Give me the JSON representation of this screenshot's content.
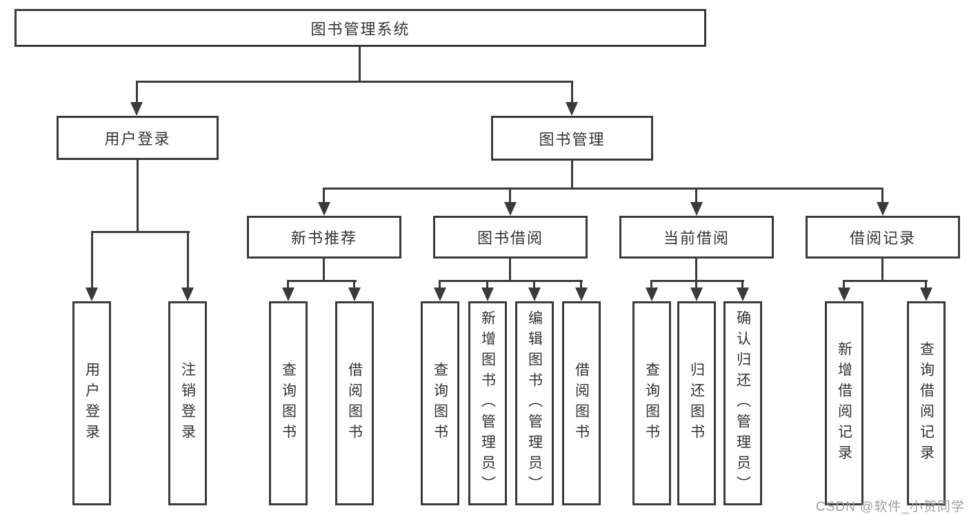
{
  "tree": {
    "root": {
      "label": "图书管理系统"
    },
    "children": [
      {
        "label": "用户登录",
        "children": [
          {
            "label": "用户登录"
          },
          {
            "label": "注销登录"
          }
        ]
      },
      {
        "label": "图书管理",
        "children": [
          {
            "label": "新书推荐",
            "children": [
              {
                "label": "查询图书"
              },
              {
                "label": "借阅图书"
              }
            ]
          },
          {
            "label": "图书借阅",
            "children": [
              {
                "label": "查询图书"
              },
              {
                "label": "新增图书（管理员）"
              },
              {
                "label": "编辑图书（管理员）"
              },
              {
                "label": "借阅图书"
              }
            ]
          },
          {
            "label": "当前借阅",
            "children": [
              {
                "label": "查询图书"
              },
              {
                "label": "归还图书"
              },
              {
                "label": "确认归还（管理员）"
              }
            ]
          },
          {
            "label": "借阅记录",
            "children": [
              {
                "label": "新增借阅记录"
              },
              {
                "label": "查询借阅记录"
              }
            ]
          }
        ]
      }
    ]
  },
  "watermark": {
    "text": "CSDN @软件_小贺同学"
  },
  "icons": {
    "connector_arrow": "arrow-down-icon"
  },
  "colors": {
    "line": "#3a3a3a",
    "text": "#333333",
    "watermark": "#9e9e9e",
    "background": "#ffffff"
  }
}
